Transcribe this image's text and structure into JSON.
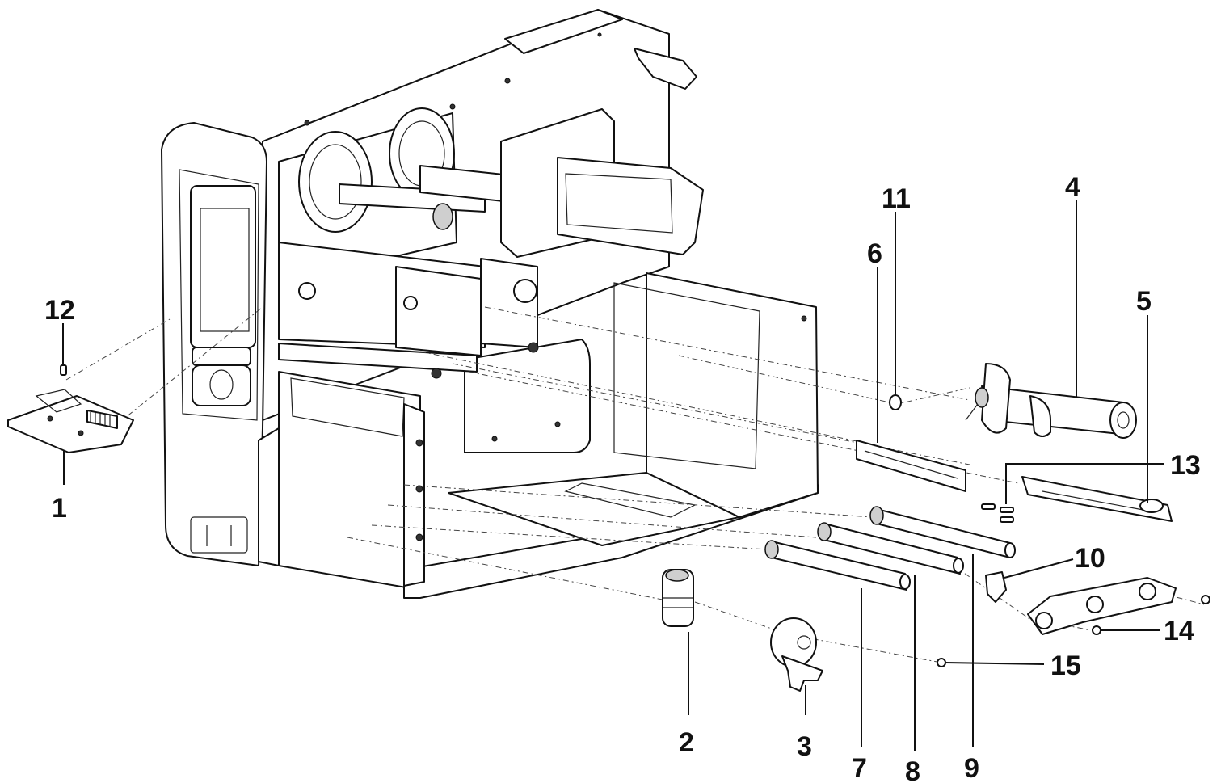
{
  "figure": {
    "callouts": [
      {
        "id": "1",
        "label": "1",
        "part": "printhead assembly"
      },
      {
        "id": "2",
        "label": "2",
        "part": "knob/latch"
      },
      {
        "id": "3",
        "label": "3",
        "part": "release lever"
      },
      {
        "id": "4",
        "label": "4",
        "part": "ribbon rewind spindle"
      },
      {
        "id": "5",
        "label": "5",
        "part": "tear bar"
      },
      {
        "id": "6",
        "label": "6",
        "part": "guide bar"
      },
      {
        "id": "7",
        "label": "7",
        "part": "platen roller"
      },
      {
        "id": "8",
        "label": "8",
        "part": "roller"
      },
      {
        "id": "9",
        "label": "9",
        "part": "roller"
      },
      {
        "id": "10",
        "label": "10",
        "part": "sensor"
      },
      {
        "id": "11",
        "label": "11",
        "part": "washer"
      },
      {
        "id": "12",
        "label": "12",
        "part": "screw"
      },
      {
        "id": "13",
        "label": "13",
        "part": "screws"
      },
      {
        "id": "14",
        "label": "14",
        "part": "screw"
      },
      {
        "id": "15",
        "label": "15",
        "part": "screw"
      }
    ]
  }
}
